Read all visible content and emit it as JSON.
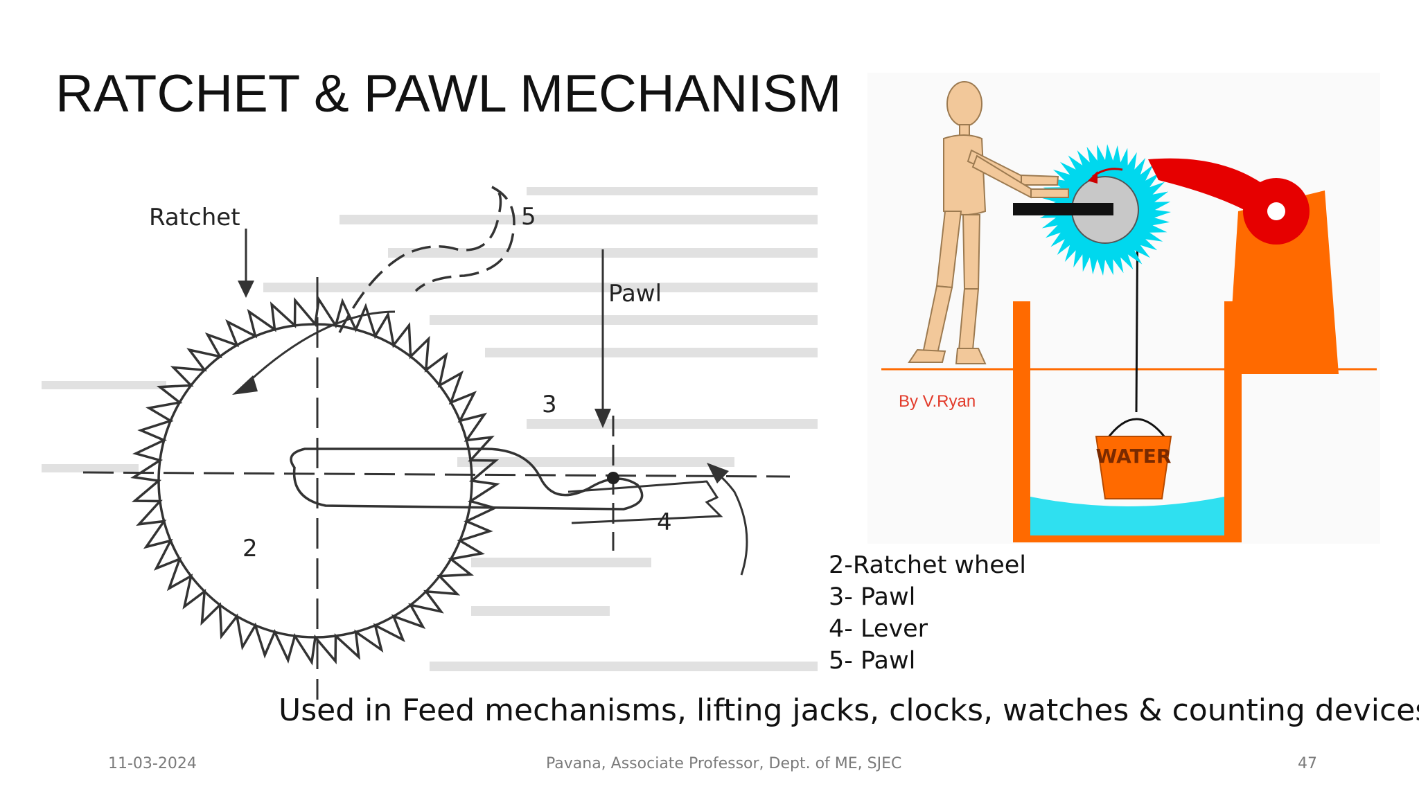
{
  "slide": {
    "title": "RATCHET & PAWL MECHANISM",
    "left_figure": {
      "labels": {
        "ratchet": "Ratchet",
        "pawl": "Pawl",
        "num2": "2",
        "num3": "3",
        "num4": "4",
        "num5": "5"
      }
    },
    "right_figure": {
      "credit": "By V.Ryan",
      "bucket_label": "WATER",
      "colors": {
        "ratchet_wheel": "#00d8ee",
        "pawl": "#e60000",
        "support": "#ff6a00",
        "water": "#2fe0f0",
        "figure": "#f2c89a"
      }
    },
    "legend": [
      "2-Ratchet wheel",
      "3- Pawl",
      "4- Lever",
      "5- Pawl"
    ],
    "caption": "Used in Feed mechanisms, lifting jacks, clocks, watches & counting devices"
  },
  "footer": {
    "date": "11-03-2024",
    "author": "Pavana, Associate Professor, Dept. of ME, SJEC",
    "page": "47"
  }
}
